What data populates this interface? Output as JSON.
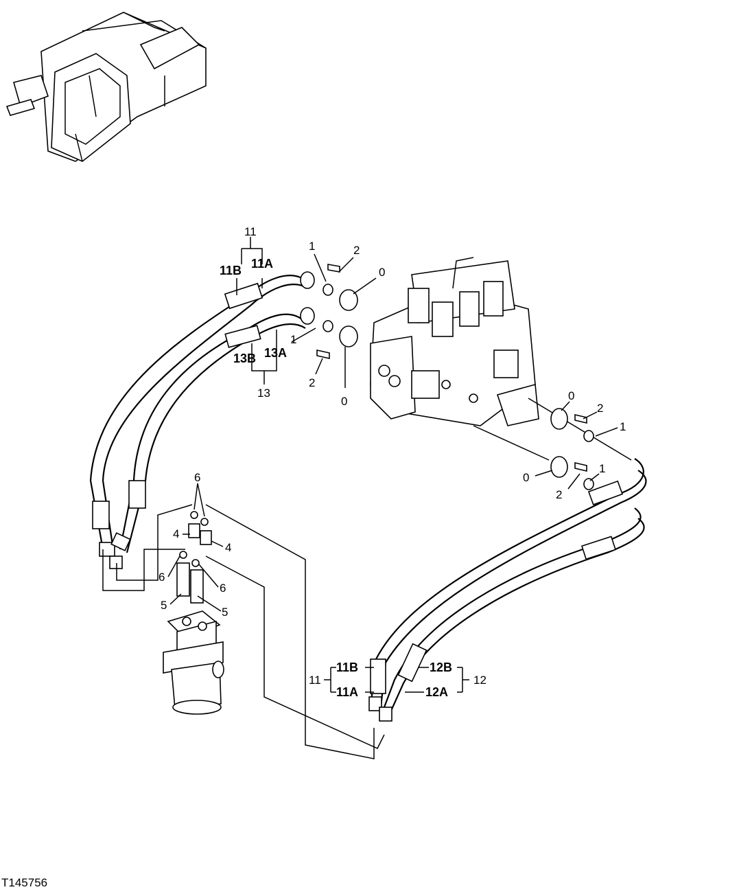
{
  "figure_id": "T145756",
  "callouts": {
    "c0": "0",
    "c1": "1",
    "c2": "2",
    "c4": "4",
    "c5": "5",
    "c6": "6",
    "c11": "11",
    "c11A": "11A",
    "c11B": "11B",
    "c12": "12",
    "c12A": "12A",
    "c12B": "12B",
    "c13": "13",
    "c13A": "13A",
    "c13B": "13B"
  }
}
